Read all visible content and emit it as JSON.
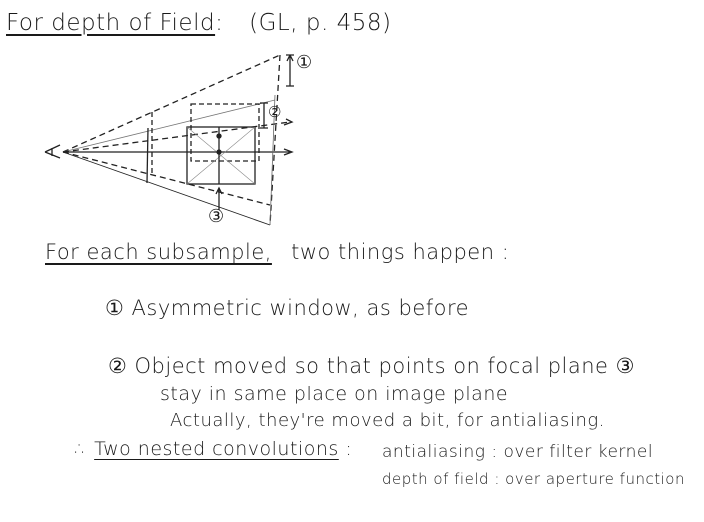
{
  "title": {
    "main": "For depth of Field",
    "colon": ":",
    "reference": "(GL, p. 458)"
  },
  "diagram": {
    "label_1": "①",
    "label_2": "②",
    "label_3": "③"
  },
  "heading": {
    "underlined": "For each subsample,",
    "rest": "two things happen :"
  },
  "items": [
    {
      "marker": "①",
      "text": "Asymmetric window, as before"
    },
    {
      "marker": "②",
      "text": "Object moved so that points on focal plane ③"
    }
  ],
  "item2_continuation": [
    "stay in same place on image plane",
    "Actually, they're moved a bit, for antialiasing."
  ],
  "conclusion": {
    "therefore": "∴",
    "label": "Two nested convolutions",
    "colon": ":",
    "rows": [
      {
        "term": "antialiasing",
        "desc": ": over filter kernel"
      },
      {
        "term": "depth of field",
        "desc": ": over aperture function"
      }
    ]
  }
}
